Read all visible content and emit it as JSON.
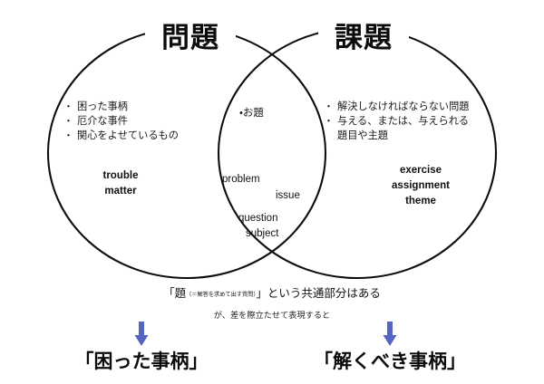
{
  "diagram": {
    "type": "venn-two-set",
    "left_circle": {
      "title": "問題",
      "bullets": [
        {
          "text": "困った事柄"
        },
        {
          "text": "厄介な事件"
        },
        {
          "text": "関心をよせているもの"
        }
      ],
      "keywords": [
        "trouble",
        "matter"
      ]
    },
    "right_circle": {
      "title": "課題",
      "bullets": [
        {
          "text": "解決しなければならない問題"
        },
        {
          "text": "与える、または、与えられる",
          "continuation": "題目や主題"
        }
      ],
      "keywords": [
        "exercise",
        "assignment",
        "theme"
      ]
    },
    "intersection": {
      "top_item": "・お題",
      "keywords": [
        "problem",
        "issue",
        "question",
        "subject"
      ]
    }
  },
  "caption": {
    "line1_prefix": "「題",
    "line1_annotation": "（＝解答を求めて出す質問）",
    "line1_suffix": "」という共通部分はある",
    "line2": "が、差を際立たせて表現すると"
  },
  "conclusions": [
    {
      "label": "「困った事柄」"
    },
    {
      "label": "「解くべき事柄」"
    }
  ],
  "colors": {
    "background": "#ffffff",
    "stroke": "#0d0d0d",
    "text": "#111111",
    "arrow": "#5566c0"
  }
}
